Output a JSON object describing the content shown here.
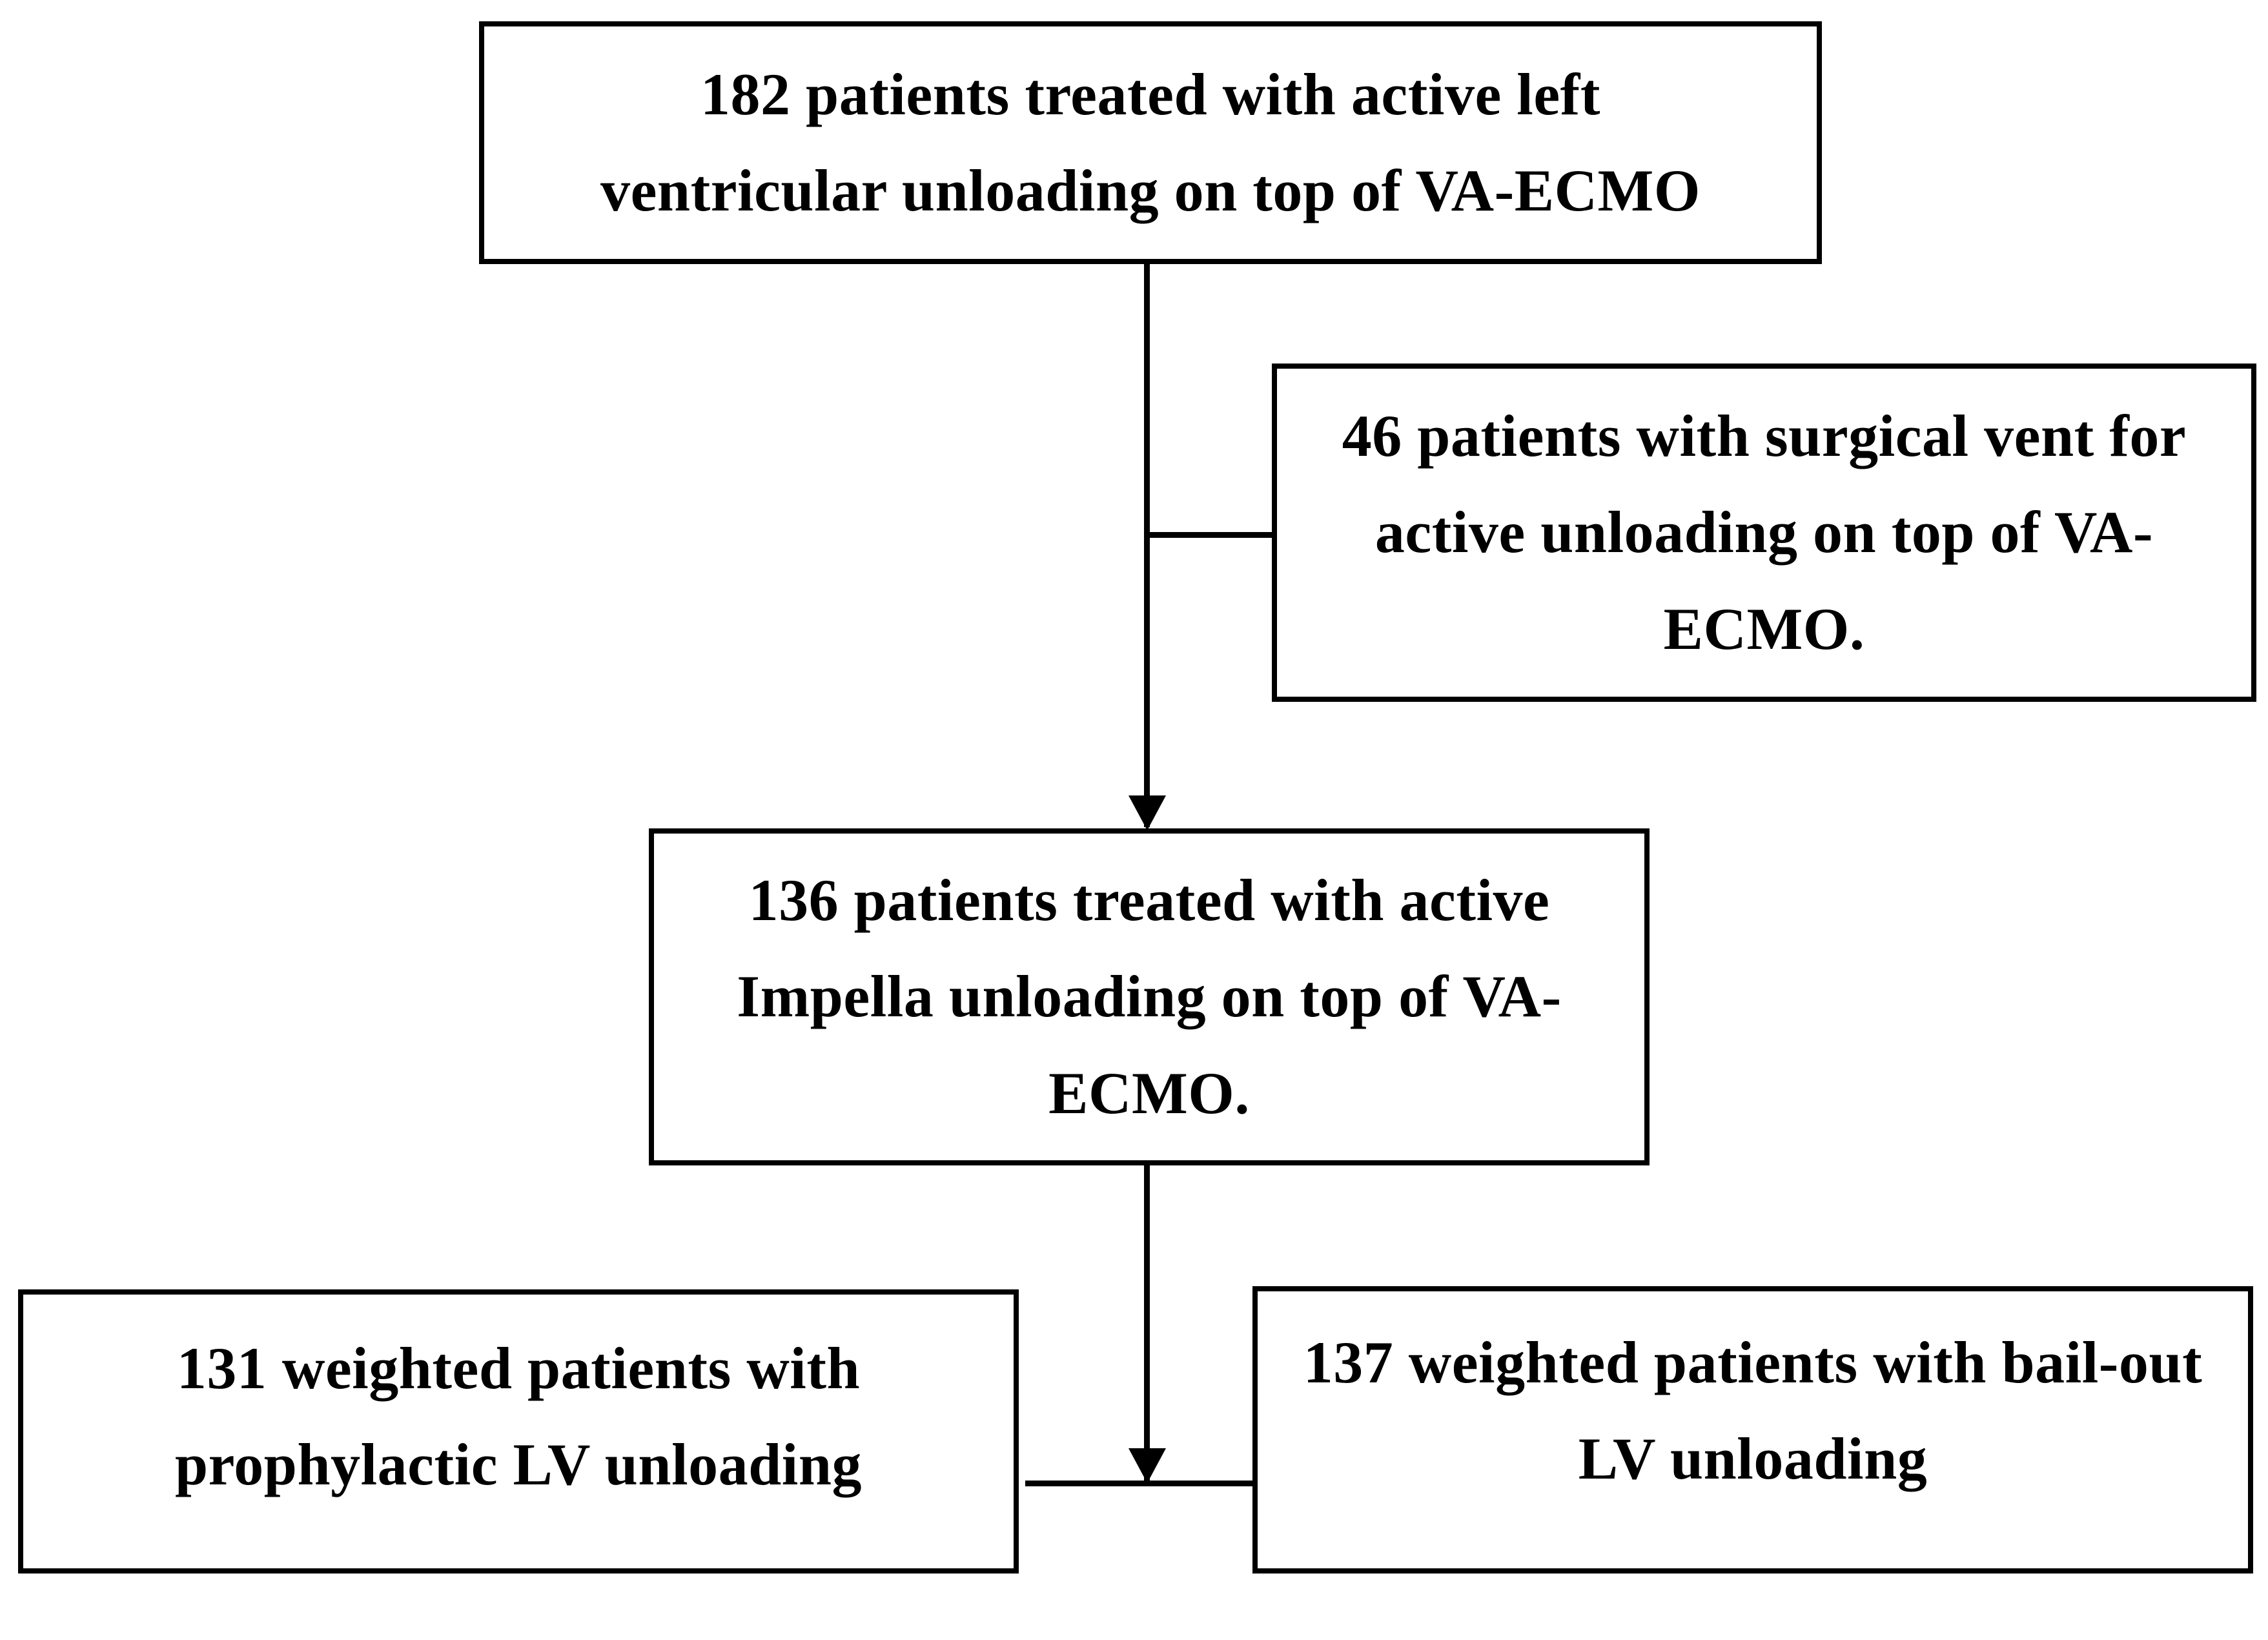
{
  "diagram": {
    "title": "Patient selection flow for active left ventricular unloading on VA-ECMO",
    "type": "flowchart",
    "orientation": "top-to-bottom",
    "background_color": "#ffffff",
    "line_color": "#000000",
    "text_color": "#000000",
    "nodes": [
      {
        "id": "total",
        "role": "cohort-total",
        "text": "182 patients treated with active left ventricular unloading on top of VA-ECMO",
        "count": 182
      },
      {
        "id": "excluded",
        "role": "excluded-branch",
        "text": "46 patients with surgical vent for active unloading on top of VA-ECMO.",
        "count": 46
      },
      {
        "id": "included",
        "role": "cohort-included",
        "text": "136 patients treated with active Impella unloading on top of VA-ECMO.",
        "count": 136
      },
      {
        "id": "prophylactic",
        "role": "study-group-left",
        "text": "131 weighted patients with prophylactic LV unloading",
        "count": 131
      },
      {
        "id": "bailout",
        "role": "study-group-right",
        "text": "137 weighted patients with bail-out LV unloading",
        "count": 137
      }
    ],
    "edges": [
      {
        "from": "total",
        "to": "excluded",
        "style": "plain-line",
        "direction": "branch-right"
      },
      {
        "from": "total",
        "to": "included",
        "style": "arrow",
        "direction": "down"
      },
      {
        "from": "included",
        "to": "split",
        "style": "arrow",
        "direction": "down"
      },
      {
        "from": "split",
        "to": "prophylactic",
        "style": "plain-line",
        "direction": "left"
      },
      {
        "from": "split",
        "to": "bailout",
        "style": "plain-line",
        "direction": "right"
      }
    ]
  }
}
